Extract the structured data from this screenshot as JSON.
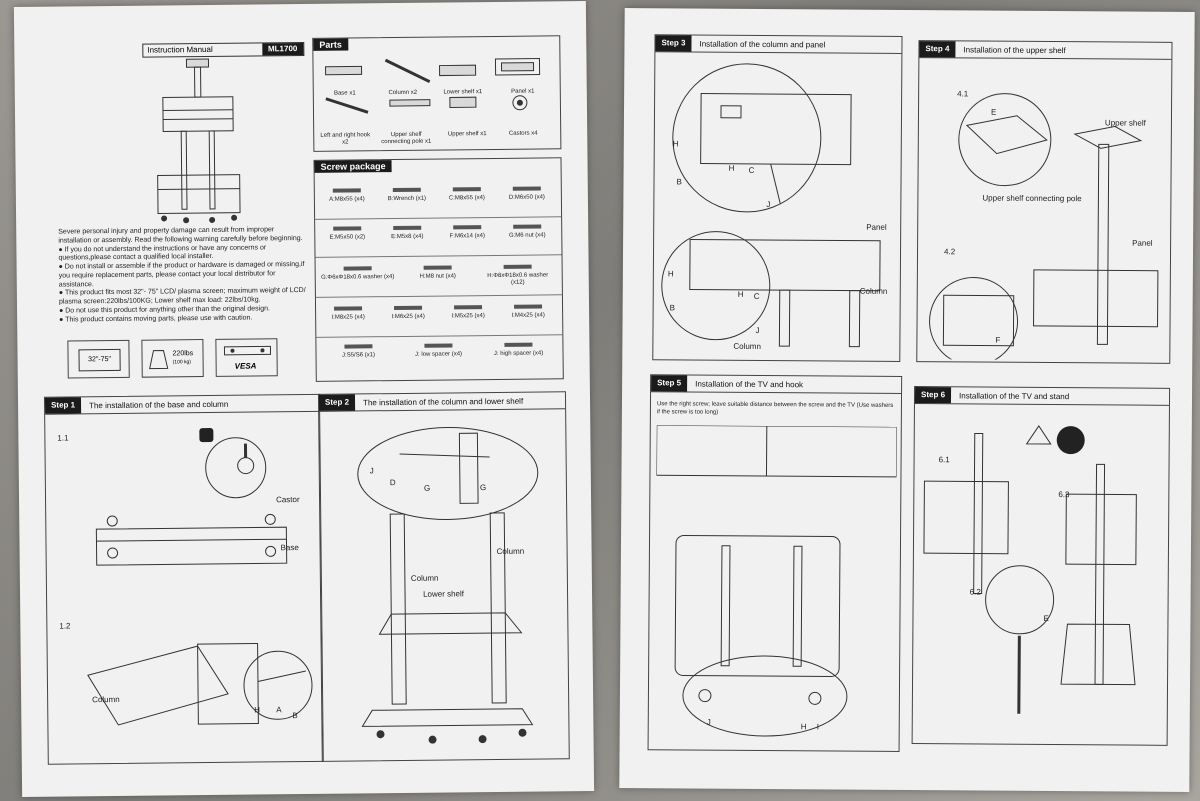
{
  "left": {
    "manual": {
      "title": "Instruction Manual",
      "model": "ML1700"
    },
    "warning": {
      "intro": "Severe personal injury and property damage can result from improper installation or assembly. Read the following warning carefully before beginning.",
      "bullets": [
        "● If you do not understand the instructions or have any concerns or questions,please contact a qualified local installer.",
        "● Do not install or assemble if the product or hardware is damaged or missing,if you require replacement parts, please contact your local distributor for assistance.",
        "● This product fits most 32\"- 75\" LCD/ plasma screen; maximum weight of LCD/ plasma screen:220lbs/100KG; Lower shelf max load: 22lbs/10kg.",
        "● Do not use this product for anything other than the original design.",
        "● This product contains moving parts, please use with caution."
      ]
    },
    "specs": {
      "size": "32\"-75\"",
      "weight": "220lbs",
      "weight_kg": "(100 kg)",
      "vesa": "VESA"
    },
    "parts": {
      "title": "Parts",
      "items": [
        "Base x1",
        "Column x2",
        "Lower shelf x1",
        "Panel x1",
        "Left and right hook x2",
        "Upper shelf connecting pole x1",
        "Upper shelf x1",
        "Castors x4"
      ]
    },
    "screws": {
      "title": "Screw package",
      "rows": [
        [
          "A:M8x55 (x4)",
          "B:Wrench (x1)",
          "C:M8x55 (x4)",
          "D:M6x50 (x4)"
        ],
        [
          "E:M5x50 (x2)",
          "E:M5x8 (x4)",
          "F:M6x14 (x4)",
          "G:M6 nut (x4)"
        ],
        [
          "G:Φ6xΦ18x0.6 washer (x4)",
          "H:M8 nut (x4)",
          "H:Φ8xΦ18x0.6 washer (x12)"
        ],
        [
          "I:M8x25 (x4)",
          "I:M6x25 (x4)",
          "I:M5x25 (x4)",
          "I:M4x25 (x4)"
        ],
        [
          "J:S5/S6 (x1)",
          "J: low spacer (x4)",
          "J: high spacer (x4)"
        ]
      ]
    },
    "step1": {
      "tag": "Step 1",
      "title": "The installation of the base and column",
      "sub1": "1.1",
      "sub2": "1.2",
      "labels": [
        "Castor",
        "Base",
        "Column",
        "H",
        "A",
        "B"
      ]
    },
    "step2": {
      "tag": "Step 2",
      "title": "The installation of the column and lower shelf",
      "labels": [
        "J",
        "D",
        "G",
        "G",
        "Column",
        "Column",
        "Lower shelf"
      ]
    }
  },
  "right": {
    "step3": {
      "tag": "Step 3",
      "title": "Installation of the column and panel",
      "labels": [
        "H",
        "B",
        "H",
        "C",
        "J",
        "Panel",
        "H",
        "B",
        "H",
        "C",
        "Column",
        "J",
        "Column"
      ]
    },
    "step4": {
      "tag": "Step 4",
      "title": "Installation of the upper shelf",
      "labels": [
        "4.1",
        "E",
        "Upper shelf",
        "Upper shelf connecting pole",
        "4.2",
        "Panel",
        "F"
      ]
    },
    "step5": {
      "tag": "Step 5",
      "title": "Installation of the TV and hook",
      "note": "Use the right screw; leave suitable distance between the screw and the TV (Use washers if the screw is too long)",
      "labels": [
        "J",
        "H",
        "I"
      ]
    },
    "step6": {
      "tag": "Step 6",
      "title": "Installation of the TV and stand",
      "labels": [
        "6.1",
        "6.3",
        "6.2",
        "E"
      ]
    }
  }
}
